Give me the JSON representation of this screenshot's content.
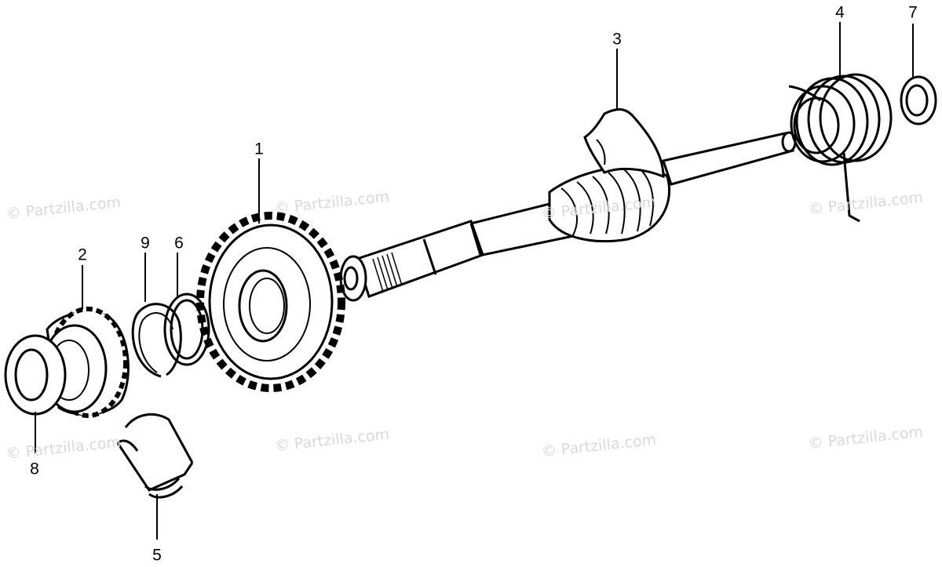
{
  "callouts": {
    "c1": "1",
    "c2": "2",
    "c3": "3",
    "c4": "4",
    "c5": "5",
    "c6": "6",
    "c7": "7",
    "c8": "8",
    "c9": "9"
  },
  "watermark_text": "© Partzilla.com",
  "colors": {
    "ink": "#000000",
    "watermark": "#d9d9d9",
    "background": "#ffffff"
  }
}
